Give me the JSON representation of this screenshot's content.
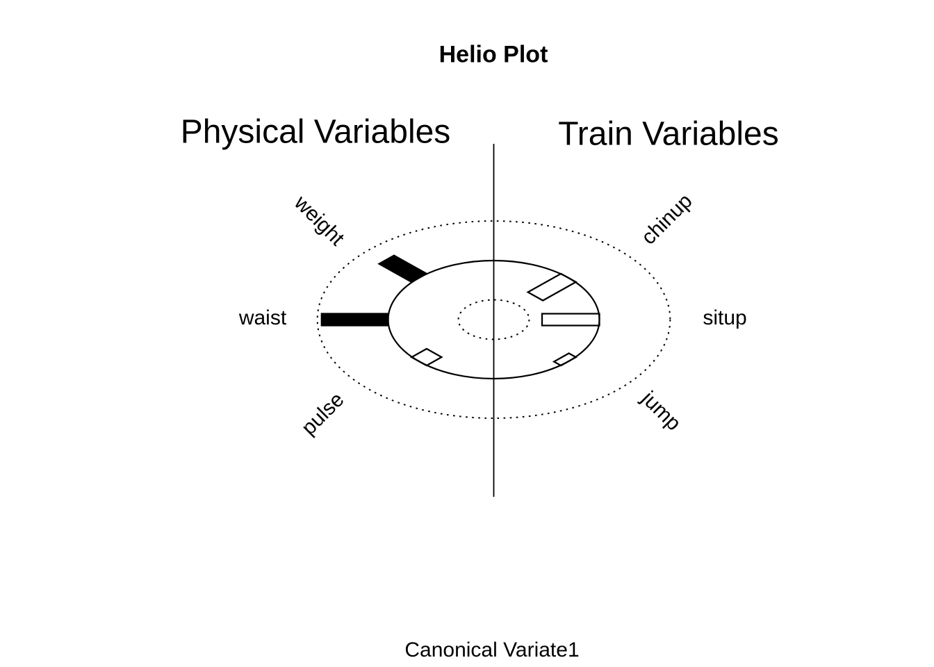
{
  "colors": {
    "ink": "#000000",
    "background": "#ffffff",
    "positive_bar_fill": "#000000",
    "negative_bar_fill": "none"
  },
  "chart_data": {
    "type": "helio",
    "title": "Helio Plot",
    "xlabel": "Canonical Variate1",
    "grid": false,
    "legend_position": "none",
    "groups": [
      {
        "name": "Physical Variables",
        "side": "left"
      },
      {
        "name": "Train Variables",
        "side": "right"
      }
    ],
    "rings": {
      "zero_reference_solid": 1.0,
      "outer_dotted": 1.67,
      "inner_dotted": 0.335
    },
    "variables": [
      {
        "name": "weight",
        "group": "Physical Variables",
        "angle_deg": 135,
        "loading": 0.65,
        "bar": "filled-outward"
      },
      {
        "name": "waist",
        "group": "Physical Variables",
        "angle_deg": 180,
        "loading": 0.94,
        "bar": "filled-outward"
      },
      {
        "name": "pulse",
        "group": "Physical Variables",
        "angle_deg": 225,
        "loading": -0.3,
        "bar": "open-inward"
      },
      {
        "name": "chinup",
        "group": "Train Variables",
        "angle_deg": 45,
        "loading": -0.66,
        "bar": "open-inward"
      },
      {
        "name": "situp",
        "group": "Train Variables",
        "angle_deg": 0,
        "loading": -0.81,
        "bar": "open-inward"
      },
      {
        "name": "jump",
        "group": "Train Variables",
        "angle_deg": 315,
        "loading": -0.14,
        "bar": "open-inward"
      }
    ]
  }
}
